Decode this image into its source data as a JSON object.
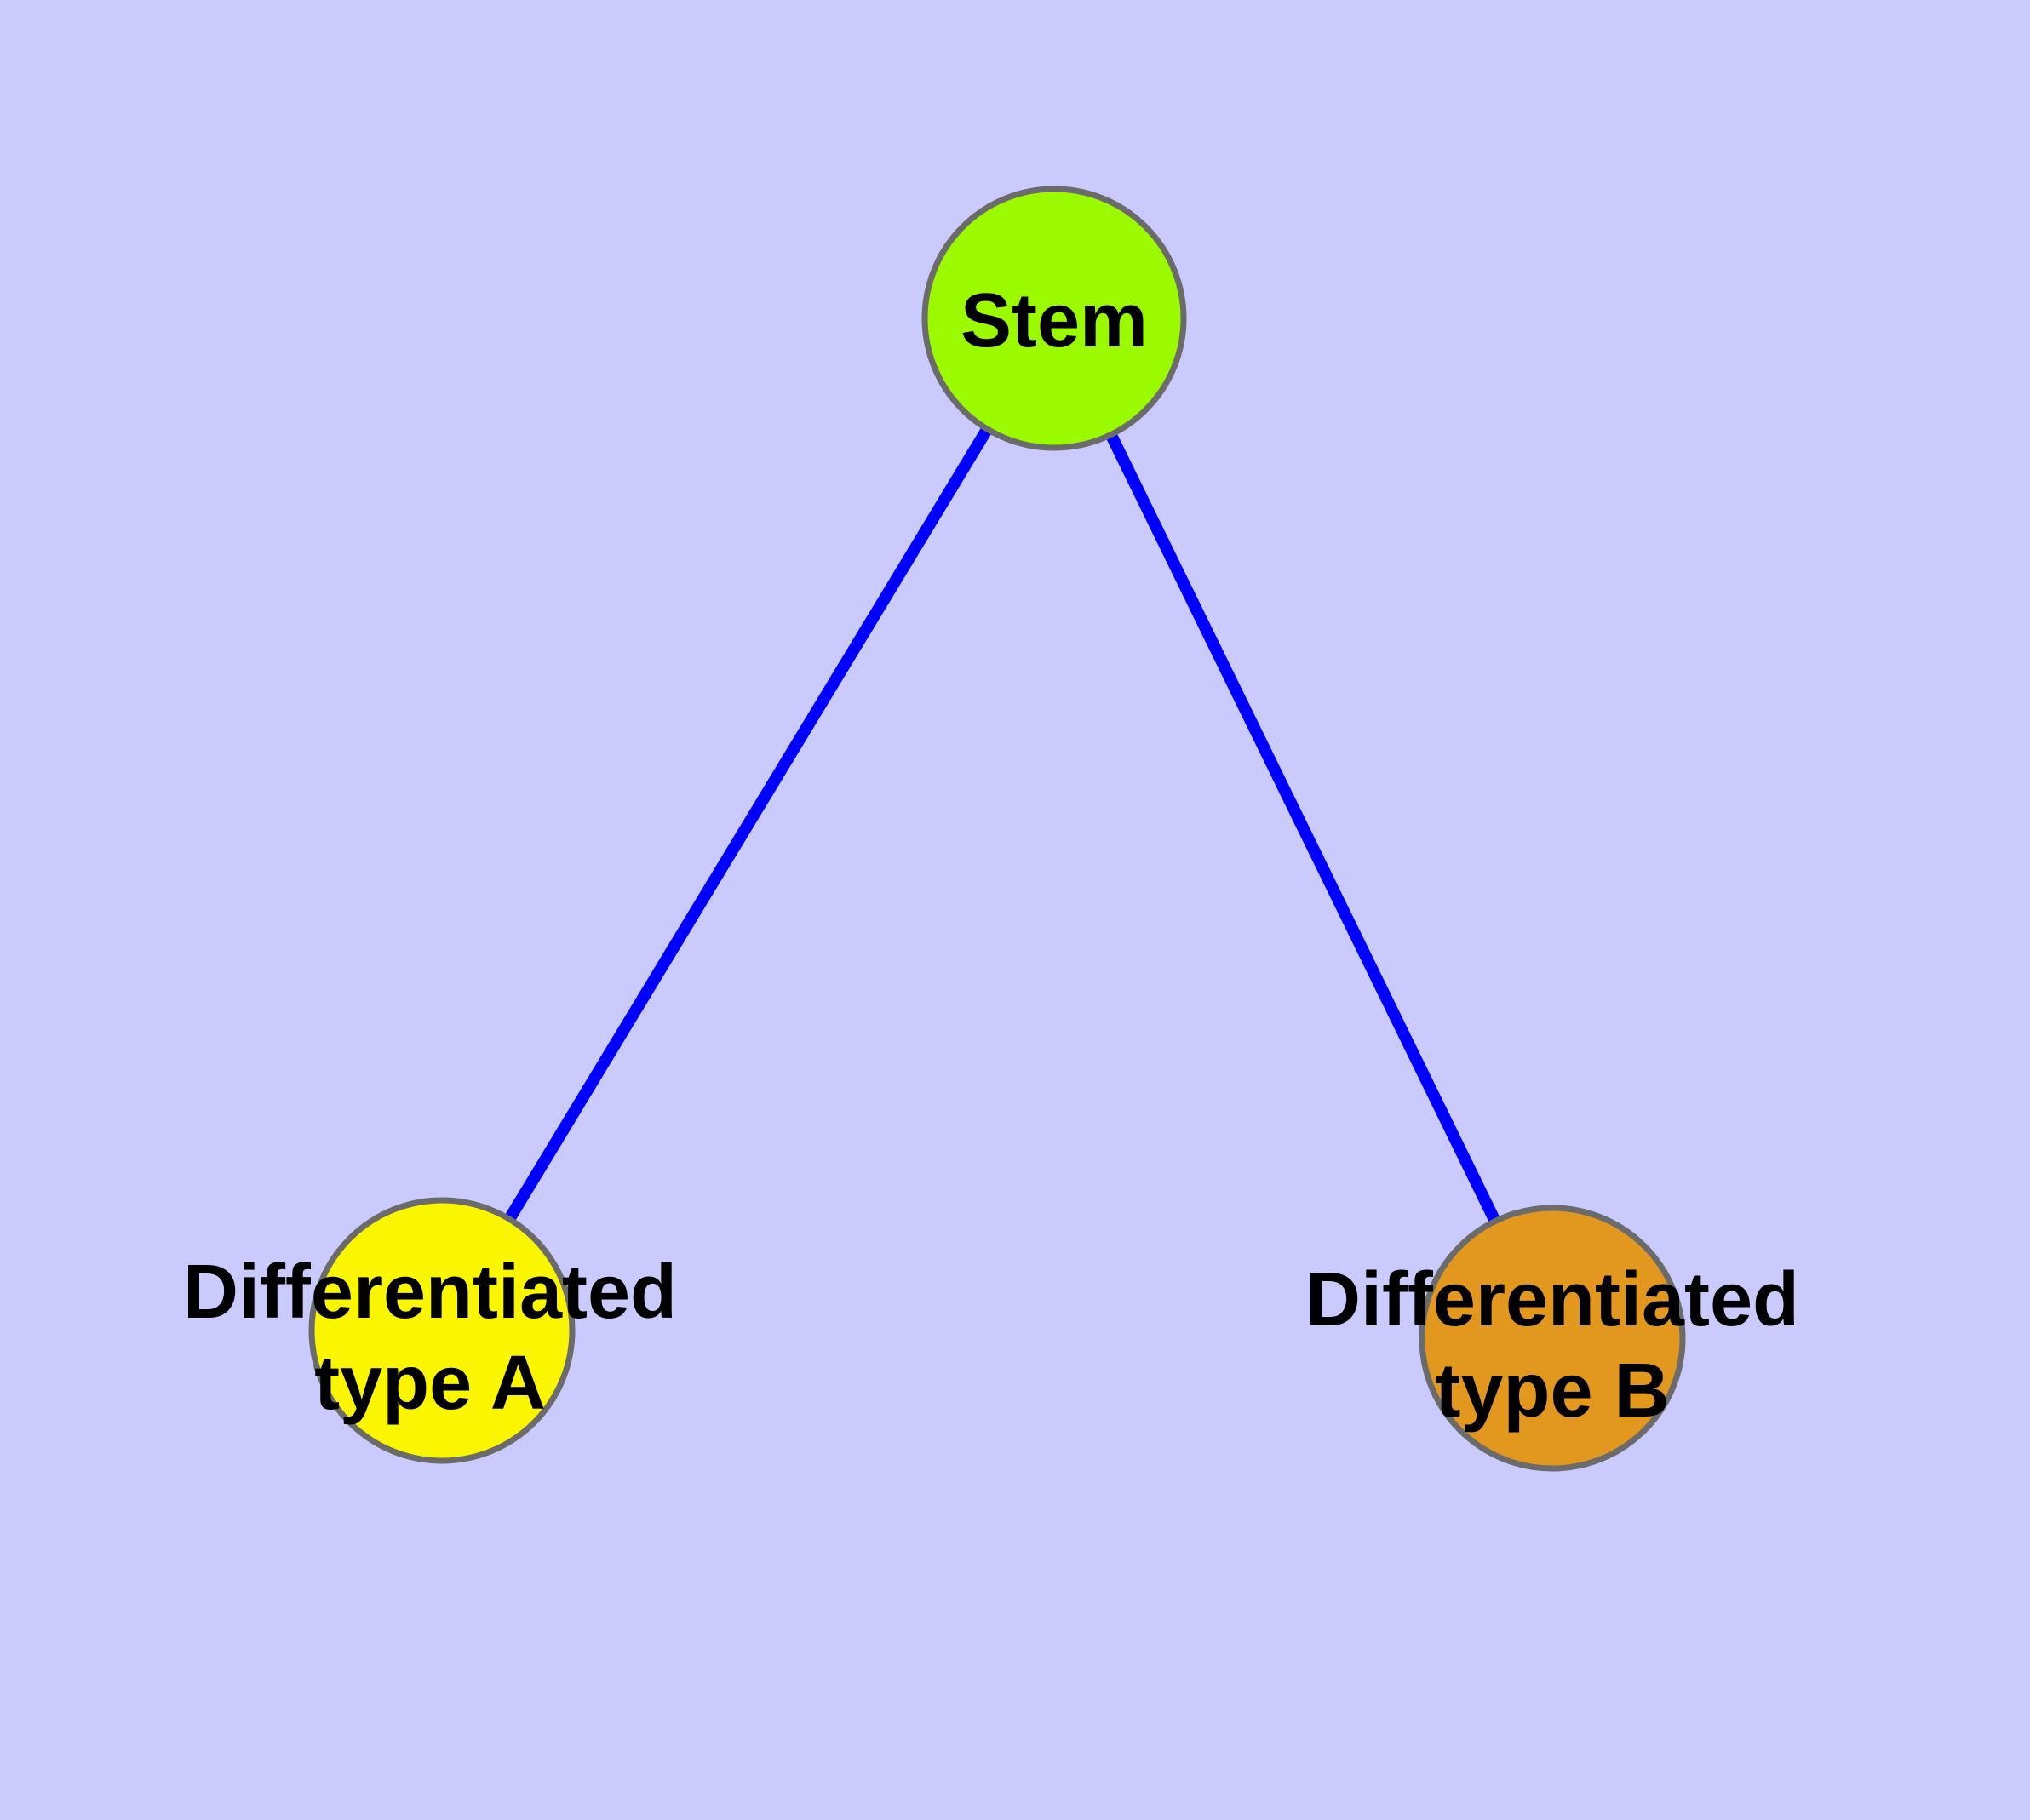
{
  "diagram": {
    "background_color": "#CACAFC",
    "edge_color": "#0000FF",
    "node_border_color": "#6B6B6B",
    "label_color": "#000000",
    "nodes": [
      {
        "id": "stem",
        "label": "Stem",
        "fill": "#9BF900"
      },
      {
        "id": "differentiated-type-a",
        "label_line1": "Differentiated",
        "label_line2": "type A",
        "fill": "#FAF500"
      },
      {
        "id": "differentiated-type-b",
        "label_line1": "Differentiated",
        "label_line2": "type B",
        "fill": "#E2981F"
      }
    ],
    "edges": [
      {
        "from": "Stem",
        "to": "Differentiated type A"
      },
      {
        "from": "Stem",
        "to": "Differentiated type B"
      }
    ]
  }
}
